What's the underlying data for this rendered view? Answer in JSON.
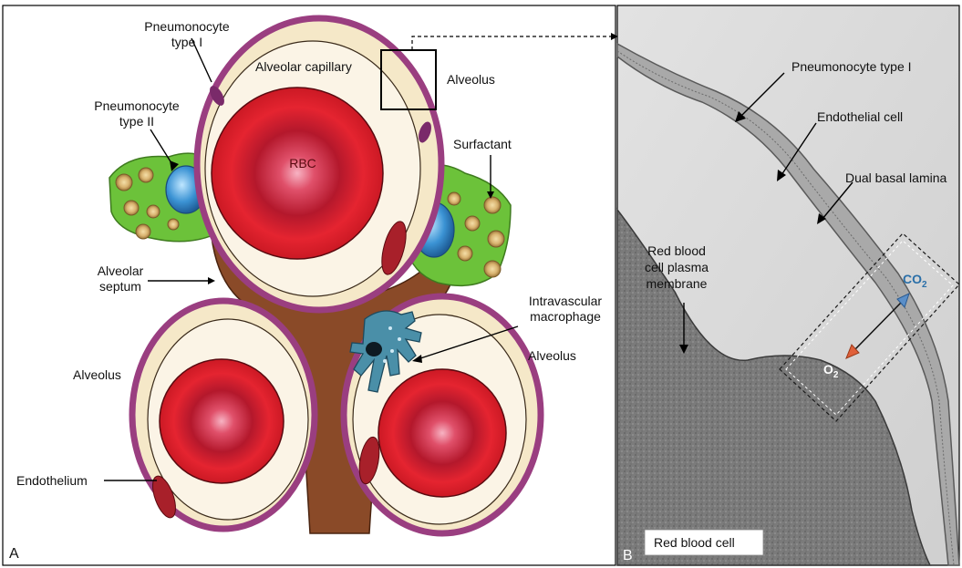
{
  "panel_a": {
    "letter": "A",
    "labels": {
      "pneumocyte_type_i_line1": "Pneumonocyte",
      "pneumocyte_type_i_line2": "type I",
      "alveolar_capillary": "Alveolar capillary",
      "alveolus_top": "Alveolus",
      "pneumocyte_type_ii_line1": "Pneumonocyte",
      "pneumocyte_type_ii_line2": "type II",
      "surfactant": "Surfactant",
      "rbc": "RBC",
      "alveolar_septum_line1": "Alveolar",
      "alveolar_septum_line2": "septum",
      "intravascular_macrophage_line1": "Intravascular",
      "intravascular_macrophage_line2": "macrophage",
      "alveolus_right": "Alveolus",
      "alveolus_left": "Alveolus",
      "endothelium": "Endothelium"
    }
  },
  "panel_b": {
    "letter": "B",
    "labels": {
      "pneumocyte_type_i": "Pneumonocyte type I",
      "endothelial_cell": "Endothelial cell",
      "dual_basal_lamina": "Dual basal lamina",
      "rbc_membrane_line1": "Red blood",
      "rbc_membrane_line2": "cell plasma",
      "rbc_membrane_line3": "membrane",
      "co2_base": "CO",
      "co2_sub": "2",
      "o2_base": "O",
      "o2_sub": "2",
      "red_blood_cell": "Red blood cell"
    }
  },
  "colors": {
    "rbc_red": "#d81e2c",
    "septum_brown": "#8a4a28",
    "pneumocyte_purple": "#9a3e80",
    "type_ii_green": "#6cc23a",
    "macrophage_blue": "#4a8fa8",
    "co2_arrow": "#5b8fc9",
    "o2_arrow": "#e0603a"
  }
}
